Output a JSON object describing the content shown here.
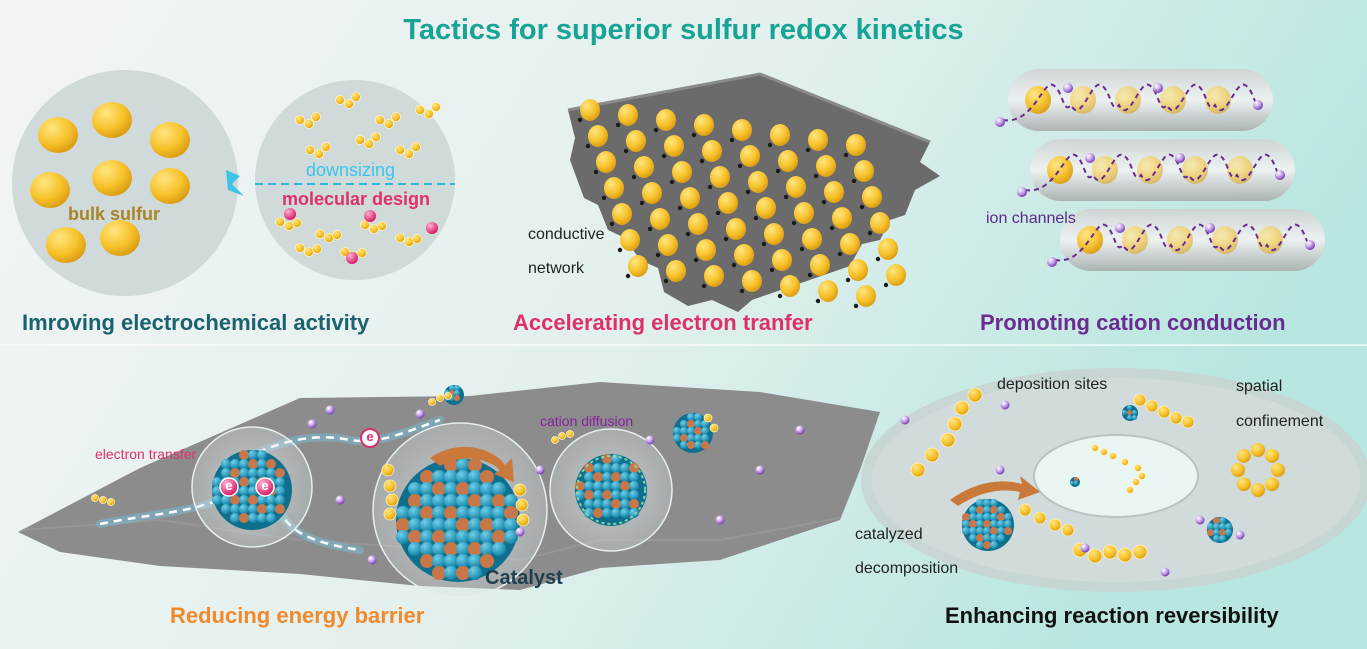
{
  "title": "Tactics for superior sulfur redox kinetics",
  "panels": {
    "activity": {
      "heading": "Imroving electrochemical activity",
      "bulk_label": "bulk sulfur",
      "downsizing_label": "downsizing",
      "molecular_label": "molecular design"
    },
    "electron": {
      "heading": "Accelerating electron tranfer",
      "network_label_1": "conductive",
      "network_label_2": "network"
    },
    "cation": {
      "heading": "Promoting cation conduction",
      "channels_label": "ion channels"
    },
    "barrier": {
      "heading": "Reducing energy barrier",
      "electron_transfer_label": "electron transfer",
      "cation_diffusion_label": "cation diffusion",
      "catalyst_label": "Catalyst",
      "electron_symbol": "e"
    },
    "reversibility": {
      "heading": "Enhancing reaction reversibility",
      "deposition_label": "deposition sites",
      "spatial_label_1": "spatial",
      "spatial_label_2": "confinement",
      "catalyzed_label_1": "catalyzed",
      "catalyzed_label_2": "decomposition"
    }
  },
  "colors": {
    "title": "#17a495",
    "activity_heading": "#1b6270",
    "electron_heading": "#e0306a",
    "cation_heading": "#6a2c91",
    "barrier_heading": "#f08a2c",
    "reversibility_heading": "#111111",
    "sulfur": "#f7c12a",
    "catalyst_blue": "#29a3c4",
    "catalyst_orange": "#c87848",
    "ion": "#8b4fc4"
  }
}
